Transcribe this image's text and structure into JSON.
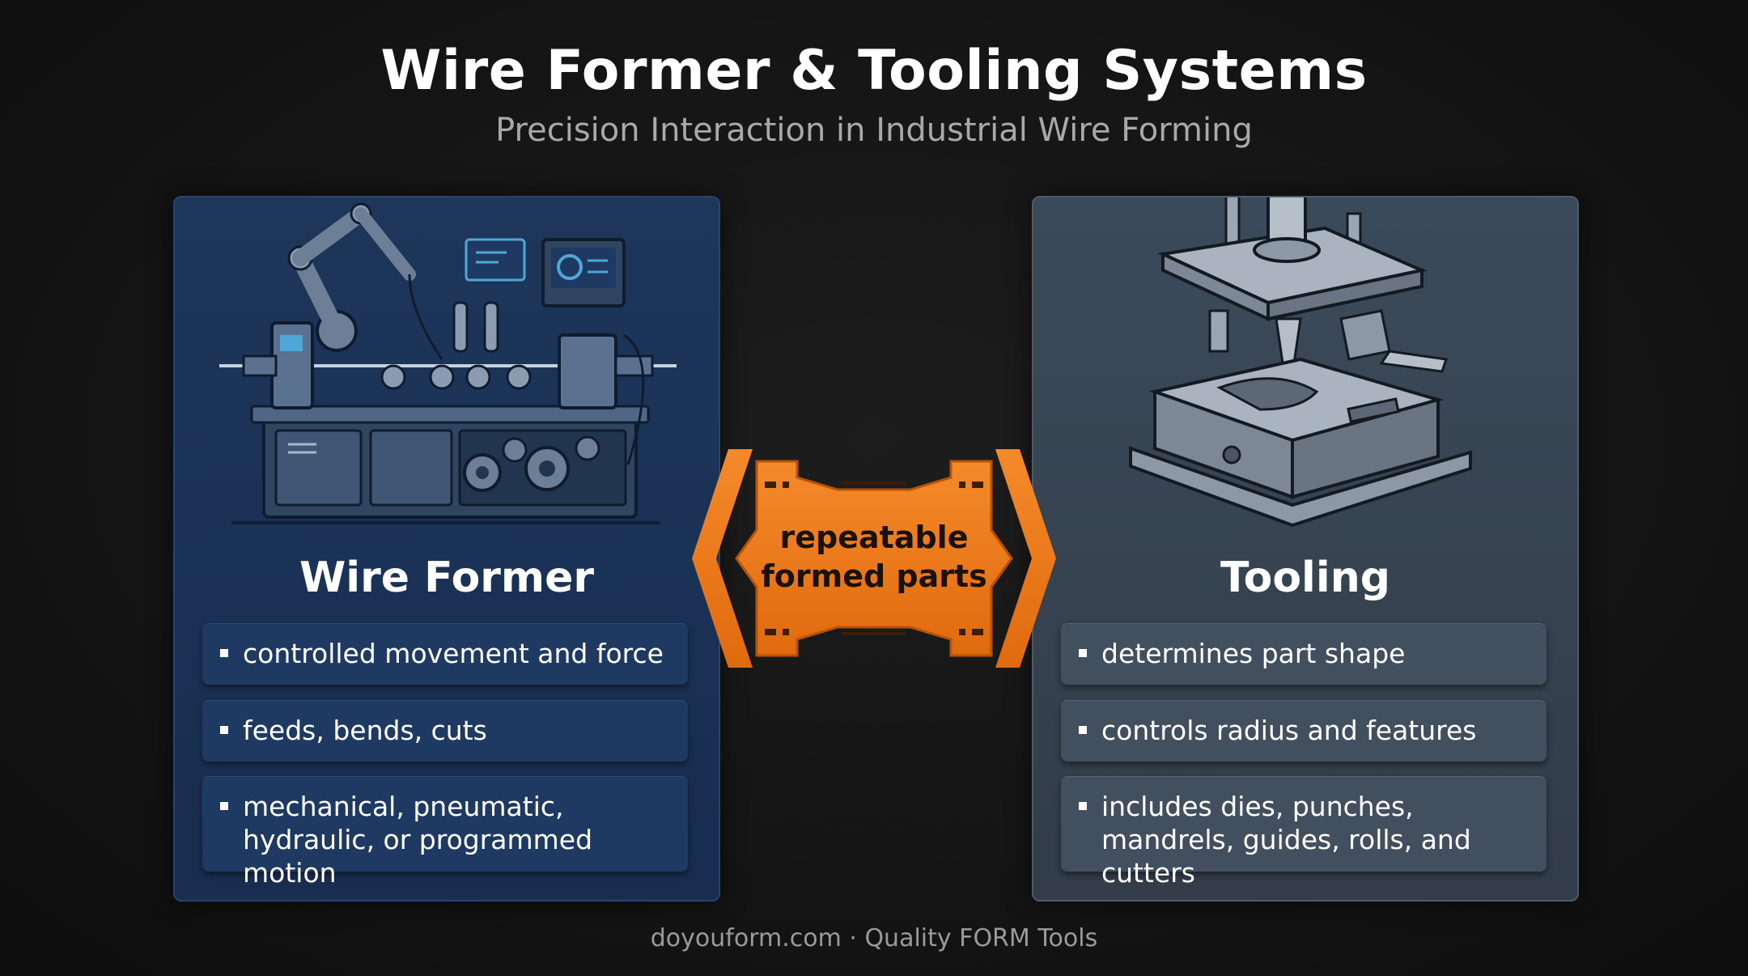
{
  "header": {
    "title": "Wire Former & Tooling Systems",
    "subtitle": "Precision Interaction in Industrial Wire Forming"
  },
  "left_panel": {
    "heading": "Wire Former",
    "illustration_icon": "wire-forming-machine-icon",
    "items": [
      {
        "text": "controlled movement and force"
      },
      {
        "text": "feeds, bends, cuts"
      },
      {
        "text": "mechanical, pneumatic, hydraulic, or programmed motion"
      }
    ]
  },
  "right_panel": {
    "heading": "Tooling",
    "illustration_icon": "die-set-tooling-icon",
    "items": [
      {
        "text": "determines part shape"
      },
      {
        "text": "controls radius and features"
      },
      {
        "text": "includes dies, punches, mandrels, guides, rolls, and cutters"
      }
    ]
  },
  "connector": {
    "label": "repeatable formed parts",
    "icon": "bracket-connector-icon"
  },
  "footer": {
    "text": "doyouform.com · Quality FORM Tools"
  },
  "colors": {
    "background": "#141414",
    "left_panel": "#1b3256",
    "right_panel": "#37434f",
    "accent_orange": "#f07818",
    "text": "#ffffff",
    "muted_text": "#a9a9a9"
  }
}
